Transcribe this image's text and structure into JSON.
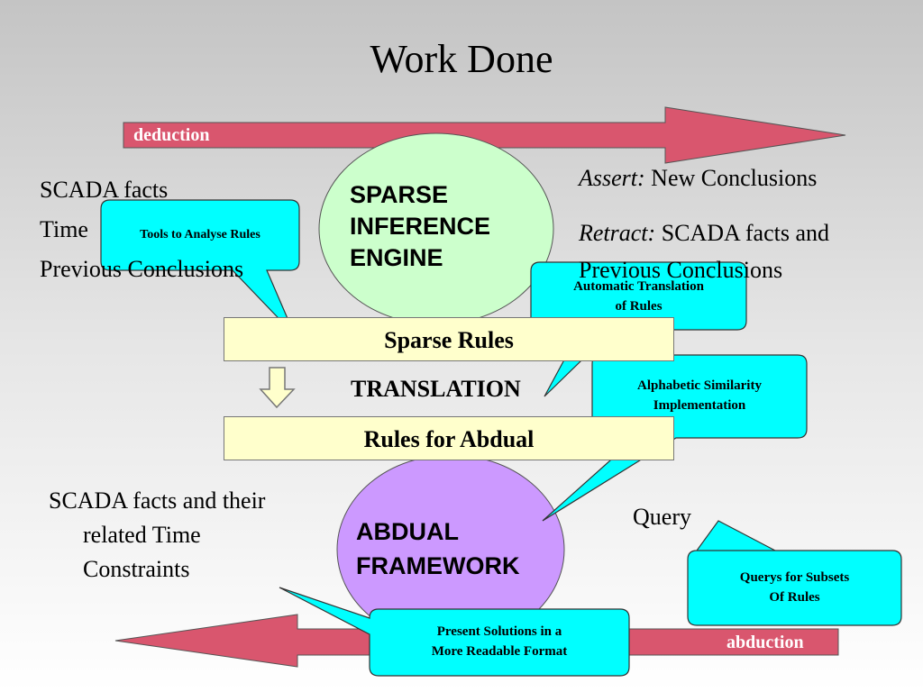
{
  "title": "Work Done",
  "arrows": {
    "deduction": "deduction",
    "abduction": "abduction"
  },
  "inference_engine": {
    "line1": "SPARSE",
    "line2": "INFERENCE",
    "line3": "ENGINE"
  },
  "abdual_framework": {
    "line1": "ABDUAL",
    "line2": "FRAMEWORK"
  },
  "boxes": {
    "sparse_rules": "Sparse Rules",
    "translation": "TRANSLATION",
    "rules_for_abdual": "Rules for Abdual"
  },
  "inputs_left": [
    "SCADA facts",
    "Time",
    "Previous Conclusions"
  ],
  "outputs_right": {
    "assert_label": "Assert:",
    "assert_text": " New Conclusions",
    "retract_label": "Retract:",
    "retract_text": " SCADA facts and",
    "retract_line2": "Previous Conclusions"
  },
  "bottom_left": {
    "line1": "SCADA facts and their",
    "line2": "related Time",
    "line3": "Constraints"
  },
  "query": "Query",
  "callouts": {
    "tools": "Tools to Analyse Rules",
    "automatic_1": "Automatic Translation",
    "automatic_2": "of Rules",
    "alphabetic_1": "Alphabetic Similarity",
    "alphabetic_2": "Implementation",
    "querys_1": "Querys for Subsets",
    "querys_2": "Of Rules",
    "present_1": "Present Solutions in a",
    "present_2": "More Readable Format"
  },
  "colors": {
    "arrow": "#d9566e",
    "engine": "#ccffcc",
    "framework": "#cc99ff",
    "box": "#ffffcc",
    "callout": "#00ffff",
    "down_arrow": "#ffffcc"
  }
}
